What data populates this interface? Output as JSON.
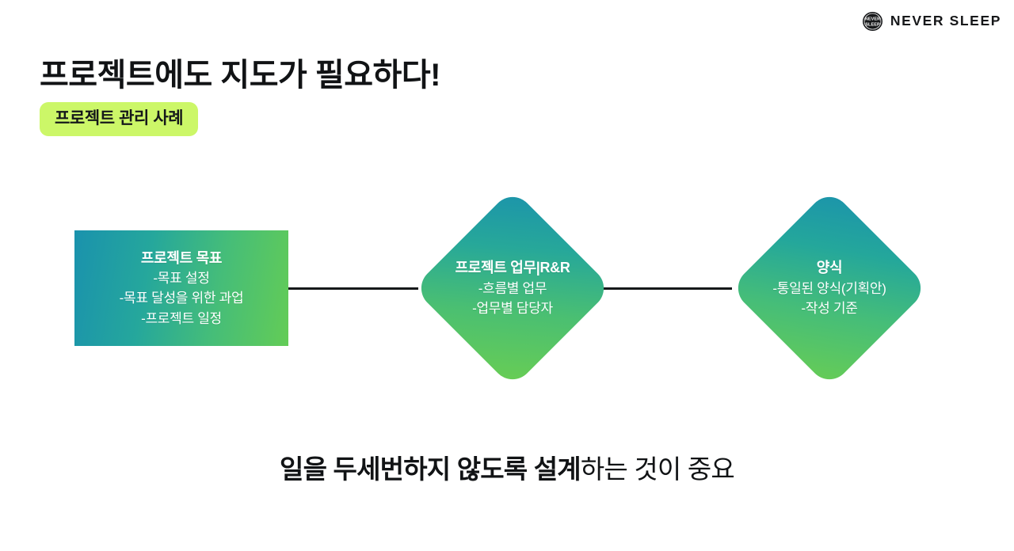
{
  "brand": {
    "mark_icon": "never-sleep-oval-logo",
    "mark_line1": "NEVER",
    "mark_line2": "SLEEP",
    "name": "NEVER SLEEP"
  },
  "headline": "프로젝트에도 지도가 필요하다!",
  "tag": {
    "label": "프로젝트 관리 사례",
    "background": "#ccf768"
  },
  "flow": {
    "connectors": [
      {
        "name": "connector-1"
      },
      {
        "name": "connector-2"
      }
    ],
    "nodes": [
      {
        "shape": "rectangle",
        "title": "프로젝트 목표",
        "lines": [
          "-목표 설정",
          "-목표 달성을 위한 과업",
          "-프로젝트 일정"
        ],
        "gradient_from": "#1a92ad",
        "gradient_to": "#63cc56"
      },
      {
        "shape": "diamond",
        "title": "프로젝트 업무|R&R",
        "lines": [
          "-흐름별 업무",
          "-업무별 담당자"
        ],
        "gradient_from": "#1b93ac",
        "gradient_to": "#6ace52"
      },
      {
        "shape": "diamond",
        "title": "양식",
        "lines": [
          "-통일된 양식(기획안)",
          "-작성 기준"
        ],
        "gradient_from": "#1b93ac",
        "gradient_to": "#68cd54"
      }
    ]
  },
  "footer": {
    "strong": "일을 두세번하지 않도록 설계",
    "normal": "하는 것이 중요"
  }
}
